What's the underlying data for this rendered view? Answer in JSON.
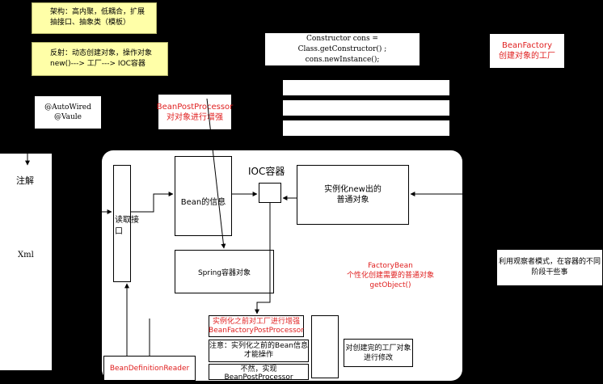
{
  "notes": {
    "architecture": "架构：高内聚，低耦合，扩展\n抽接口、抽象类（模板）",
    "reflection": "反射：动态创建对象，操作对象\nnew()---> 工厂---> IOC容器"
  },
  "annotations": {
    "autowired": "@AutoWired\n@Vaule",
    "bean_post_processor": "BeanPostProcessor\n对对象进行增强",
    "constructor_code": "Constructor cons = Class.getConstructor() ;\ncons.newInstance();",
    "bean_factory": "BeanFactory\n创建对象的工厂",
    "observer_pattern": "利用观察者模式，在容器的不同\n阶段干些事"
  },
  "left_panel": {
    "annotation": "注解",
    "xml": "Xml"
  },
  "container": {
    "title": "IOC容器",
    "reader_interface": "读取接\n口",
    "bean_info": "Bean的信息",
    "instantiate": "实例化new出的\n普通对象",
    "spring_object": "Spring容器对象",
    "factory_bean": "FactoryBean\n个性化创建需要的普通对象\ngetObject()",
    "bfpp": "实例化之前对工厂进行增强\nBeanFactoryPostProcessor",
    "bfpp_note": "注意：实列化之前的Bean信息\n才能操作",
    "bpp_else": "不然，实现BeanPostProcessor",
    "modify_factory": "对创建完的工厂对象\n进行修改",
    "bean_definition_reader": "BeanDefinitionReader"
  },
  "colors": {
    "background": "#000000",
    "note_fill": "#ffffa8",
    "accent_red": "#e02020"
  }
}
